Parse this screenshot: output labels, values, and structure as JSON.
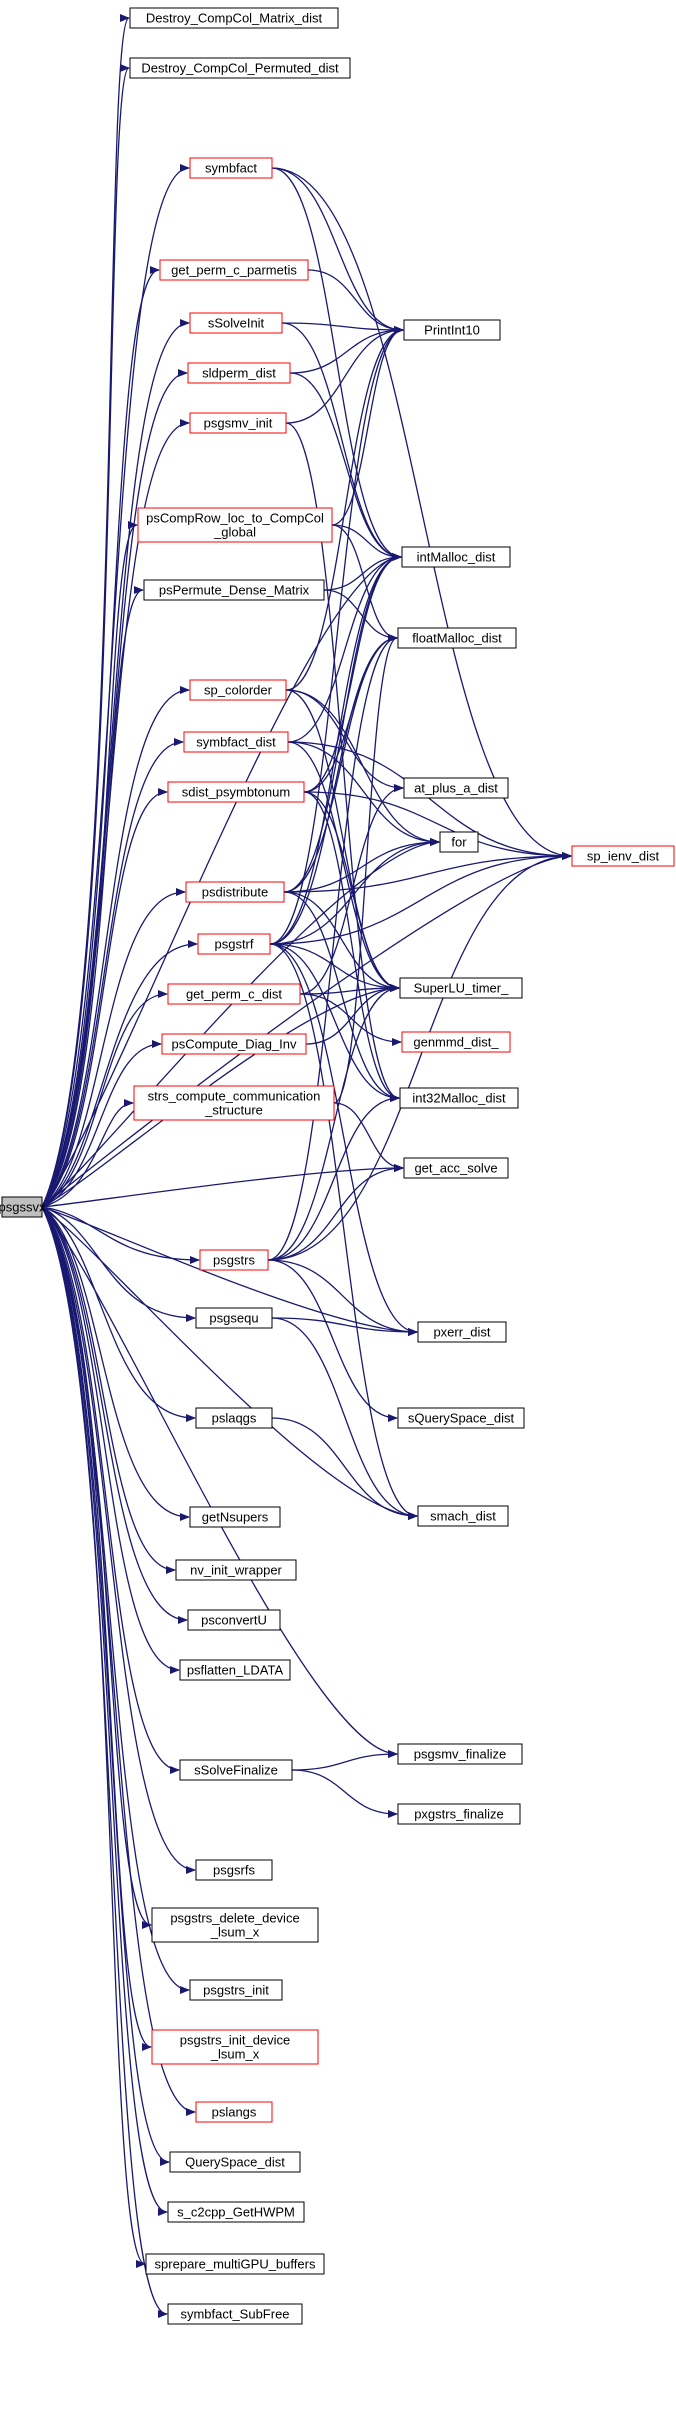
{
  "colors": {
    "edge": "#191970",
    "box_default": "#000000",
    "box_highlight": "#ff0000",
    "root_fill": "#bfbfbf",
    "node_fill": "#ffffff"
  },
  "nodes": {
    "psgssvx": {
      "label": "psgssvx",
      "kind": "root"
    },
    "destroy_compcol_matrix_dist": {
      "label": "Destroy_CompCol_Matrix_dist",
      "kind": "plain"
    },
    "destroy_compcol_permuted_dist": {
      "label": "Destroy_CompCol_Permuted_dist",
      "kind": "plain"
    },
    "symbfact": {
      "label": "symbfact",
      "kind": "linked"
    },
    "get_perm_c_parmetis": {
      "label": "get_perm_c_parmetis",
      "kind": "linked"
    },
    "ssolveinit": {
      "label": "sSolveInit",
      "kind": "linked"
    },
    "sldperm_dist": {
      "label": "sldperm_dist",
      "kind": "linked"
    },
    "psgsmv_init": {
      "label": "psgsmv_init",
      "kind": "linked"
    },
    "pscomprow_loc_to_compcol_global": {
      "label": [
        "psCompRow_loc_to_CompCol",
        "_global"
      ],
      "kind": "linked"
    },
    "pspermute_dense_matrix": {
      "label": "psPermute_Dense_Matrix",
      "kind": "plain"
    },
    "sp_colorder": {
      "label": "sp_colorder",
      "kind": "linked"
    },
    "symbfact_dist": {
      "label": "symbfact_dist",
      "kind": "linked"
    },
    "sdist_psymbtonum": {
      "label": "sdist_psymbtonum",
      "kind": "linked"
    },
    "psdistribute": {
      "label": "psdistribute",
      "kind": "linked"
    },
    "psgstrf": {
      "label": "psgstrf",
      "kind": "linked"
    },
    "get_perm_c_dist": {
      "label": "get_perm_c_dist",
      "kind": "linked"
    },
    "pscompute_diag_inv": {
      "label": "psCompute_Diag_Inv",
      "kind": "linked"
    },
    "strs_compute_communication_structure": {
      "label": [
        "strs_compute_communication",
        "_structure"
      ],
      "kind": "linked"
    },
    "psgstrs": {
      "label": "psgstrs",
      "kind": "linked"
    },
    "psgsequ": {
      "label": "psgsequ",
      "kind": "plain"
    },
    "pslaqgs": {
      "label": "pslaqgs",
      "kind": "plain"
    },
    "getnsupers": {
      "label": "getNsupers",
      "kind": "plain"
    },
    "nv_init_wrapper": {
      "label": "nv_init_wrapper",
      "kind": "plain"
    },
    "psconvertu": {
      "label": "psconvertU",
      "kind": "plain"
    },
    "psflatten_ldata": {
      "label": "psflatten_LDATA",
      "kind": "plain"
    },
    "ssolvefinalize": {
      "label": "sSolveFinalize",
      "kind": "plain"
    },
    "psgsrfs": {
      "label": "psgsrfs",
      "kind": "plain"
    },
    "psgstrs_delete_device_lsum_x": {
      "label": [
        "psgstrs_delete_device",
        "_lsum_x"
      ],
      "kind": "plain"
    },
    "psgstrs_init": {
      "label": "psgstrs_init",
      "kind": "plain"
    },
    "psgstrs_init_device_lsum_x": {
      "label": [
        "psgstrs_init_device",
        "_lsum_x"
      ],
      "kind": "linked"
    },
    "pslangs": {
      "label": "pslangs",
      "kind": "linked"
    },
    "queryspace_dist": {
      "label": "QuerySpace_dist",
      "kind": "plain"
    },
    "s_c2cpp_gethwpm": {
      "label": "s_c2cpp_GetHWPM",
      "kind": "plain"
    },
    "sprepare_multigpu_buffers": {
      "label": "sprepare_multiGPU_buffers",
      "kind": "plain"
    },
    "symbfact_subfree": {
      "label": "symbfact_SubFree",
      "kind": "plain"
    },
    "printint10": {
      "label": "PrintInt10",
      "kind": "plain"
    },
    "intmalloc_dist": {
      "label": "intMalloc_dist",
      "kind": "plain"
    },
    "floatmalloc_dist": {
      "label": "floatMalloc_dist",
      "kind": "plain"
    },
    "at_plus_a_dist": {
      "label": "at_plus_a_dist",
      "kind": "plain"
    },
    "for": {
      "label": "for",
      "kind": "plain"
    },
    "superlu_timer_": {
      "label": "SuperLU_timer_",
      "kind": "plain"
    },
    "genmmd_dist_": {
      "label": "genmmd_dist_",
      "kind": "linked"
    },
    "int32malloc_dist": {
      "label": "int32Malloc_dist",
      "kind": "plain"
    },
    "get_acc_solve": {
      "label": "get_acc_solve",
      "kind": "plain"
    },
    "pxerr_dist": {
      "label": "pxerr_dist",
      "kind": "plain"
    },
    "squeryspace_dist": {
      "label": "sQuerySpace_dist",
      "kind": "plain"
    },
    "smach_dist": {
      "label": "smach_dist",
      "kind": "plain"
    },
    "psgsmv_finalize": {
      "label": "psgsmv_finalize",
      "kind": "plain"
    },
    "pxgstrs_finalize": {
      "label": "pxgstrs_finalize",
      "kind": "plain"
    },
    "sp_ienv_dist": {
      "label": "sp_ienv_dist",
      "kind": "linked"
    }
  },
  "edges": [
    [
      "psgssvx",
      "destroy_compcol_matrix_dist"
    ],
    [
      "psgssvx",
      "destroy_compcol_permuted_dist"
    ],
    [
      "psgssvx",
      "symbfact"
    ],
    [
      "psgssvx",
      "get_perm_c_parmetis"
    ],
    [
      "psgssvx",
      "ssolveinit"
    ],
    [
      "psgssvx",
      "sldperm_dist"
    ],
    [
      "psgssvx",
      "psgsmv_init"
    ],
    [
      "psgssvx",
      "pscomprow_loc_to_compcol_global"
    ],
    [
      "psgssvx",
      "pspermute_dense_matrix"
    ],
    [
      "psgssvx",
      "sp_colorder"
    ],
    [
      "psgssvx",
      "symbfact_dist"
    ],
    [
      "psgssvx",
      "sdist_psymbtonum"
    ],
    [
      "psgssvx",
      "psdistribute"
    ],
    [
      "psgssvx",
      "psgstrf"
    ],
    [
      "psgssvx",
      "get_perm_c_dist"
    ],
    [
      "psgssvx",
      "pscompute_diag_inv"
    ],
    [
      "psgssvx",
      "strs_compute_communication_structure"
    ],
    [
      "psgssvx",
      "psgstrs"
    ],
    [
      "psgssvx",
      "psgsequ"
    ],
    [
      "psgssvx",
      "pslaqgs"
    ],
    [
      "psgssvx",
      "getnsupers"
    ],
    [
      "psgssvx",
      "nv_init_wrapper"
    ],
    [
      "psgssvx",
      "psconvertu"
    ],
    [
      "psgssvx",
      "psflatten_ldata"
    ],
    [
      "psgssvx",
      "ssolvefinalize"
    ],
    [
      "psgssvx",
      "psgsrfs"
    ],
    [
      "psgssvx",
      "psgstrs_delete_device_lsum_x"
    ],
    [
      "psgssvx",
      "psgstrs_init"
    ],
    [
      "psgssvx",
      "psgstrs_init_device_lsum_x"
    ],
    [
      "psgssvx",
      "pslangs"
    ],
    [
      "psgssvx",
      "queryspace_dist"
    ],
    [
      "psgssvx",
      "s_c2cpp_gethwpm"
    ],
    [
      "psgssvx",
      "sprepare_multigpu_buffers"
    ],
    [
      "psgssvx",
      "symbfact_subfree"
    ],
    [
      "psgssvx",
      "sp_ienv_dist"
    ],
    [
      "psgssvx",
      "intmalloc_dist"
    ],
    [
      "psgssvx",
      "superlu_timer_"
    ],
    [
      "psgssvx",
      "for"
    ],
    [
      "psgssvx",
      "get_acc_solve"
    ],
    [
      "psgssvx",
      "pxerr_dist"
    ],
    [
      "psgssvx",
      "smach_dist"
    ],
    [
      "psgssvx",
      "psgsmv_finalize"
    ],
    [
      "symbfact",
      "printint10"
    ],
    [
      "symbfact",
      "intmalloc_dist"
    ],
    [
      "symbfact",
      "sp_ienv_dist"
    ],
    [
      "get_perm_c_parmetis",
      "printint10"
    ],
    [
      "ssolveinit",
      "printint10"
    ],
    [
      "ssolveinit",
      "intmalloc_dist"
    ],
    [
      "sldperm_dist",
      "printint10"
    ],
    [
      "sldperm_dist",
      "intmalloc_dist"
    ],
    [
      "psgsmv_init",
      "printint10"
    ],
    [
      "psgsmv_init",
      "int32malloc_dist"
    ],
    [
      "pscomprow_loc_to_compcol_global",
      "printint10"
    ],
    [
      "pscomprow_loc_to_compcol_global",
      "intmalloc_dist"
    ],
    [
      "pscomprow_loc_to_compcol_global",
      "floatmalloc_dist"
    ],
    [
      "pspermute_dense_matrix",
      "intmalloc_dist"
    ],
    [
      "pspermute_dense_matrix",
      "floatmalloc_dist"
    ],
    [
      "sp_colorder",
      "printint10"
    ],
    [
      "sp_colorder",
      "at_plus_a_dist"
    ],
    [
      "sp_colorder",
      "for"
    ],
    [
      "sp_colorder",
      "superlu_timer_"
    ],
    [
      "symbfact_dist",
      "intmalloc_dist"
    ],
    [
      "symbfact_dist",
      "superlu_timer_"
    ],
    [
      "symbfact_dist",
      "sp_ienv_dist"
    ],
    [
      "symbfact_dist",
      "for"
    ],
    [
      "sdist_psymbtonum",
      "intmalloc_dist"
    ],
    [
      "sdist_psymbtonum",
      "floatmalloc_dist"
    ],
    [
      "sdist_psymbtonum",
      "superlu_timer_"
    ],
    [
      "sdist_psymbtonum",
      "sp_ienv_dist"
    ],
    [
      "sdist_psymbtonum",
      "int32malloc_dist"
    ],
    [
      "psdistribute",
      "intmalloc_dist"
    ],
    [
      "psdistribute",
      "floatmalloc_dist"
    ],
    [
      "psdistribute",
      "for"
    ],
    [
      "psdistribute",
      "superlu_timer_"
    ],
    [
      "psdistribute",
      "sp_ienv_dist"
    ],
    [
      "psdistribute",
      "int32malloc_dist"
    ],
    [
      "psgstrf",
      "printint10"
    ],
    [
      "psgstrf",
      "intmalloc_dist"
    ],
    [
      "psgstrf",
      "floatmalloc_dist"
    ],
    [
      "psgstrf",
      "for"
    ],
    [
      "psgstrf",
      "superlu_timer_"
    ],
    [
      "psgstrf",
      "sp_ienv_dist"
    ],
    [
      "psgstrf",
      "int32malloc_dist"
    ],
    [
      "psgstrf",
      "pxerr_dist"
    ],
    [
      "psgstrf",
      "smach_dist"
    ],
    [
      "get_perm_c_dist",
      "at_plus_a_dist"
    ],
    [
      "get_perm_c_dist",
      "superlu_timer_"
    ],
    [
      "get_perm_c_dist",
      "genmmd_dist_"
    ],
    [
      "pscompute_diag_inv",
      "superlu_timer_"
    ],
    [
      "strs_compute_communication_structure",
      "get_acc_solve"
    ],
    [
      "strs_compute_communication_structure",
      "floatmalloc_dist"
    ],
    [
      "psgstrs",
      "superlu_timer_"
    ],
    [
      "psgstrs",
      "get_acc_solve"
    ],
    [
      "psgstrs",
      "pxerr_dist"
    ],
    [
      "psgstrs",
      "squeryspace_dist"
    ],
    [
      "psgstrs",
      "sp_ienv_dist"
    ],
    [
      "psgstrs",
      "floatmalloc_dist"
    ],
    [
      "psgstrs",
      "int32malloc_dist"
    ],
    [
      "psgsequ",
      "pxerr_dist"
    ],
    [
      "psgsequ",
      "smach_dist"
    ],
    [
      "pslaqgs",
      "smach_dist"
    ],
    [
      "ssolvefinalize",
      "psgsmv_finalize"
    ],
    [
      "ssolvefinalize",
      "pxgstrs_finalize"
    ]
  ]
}
